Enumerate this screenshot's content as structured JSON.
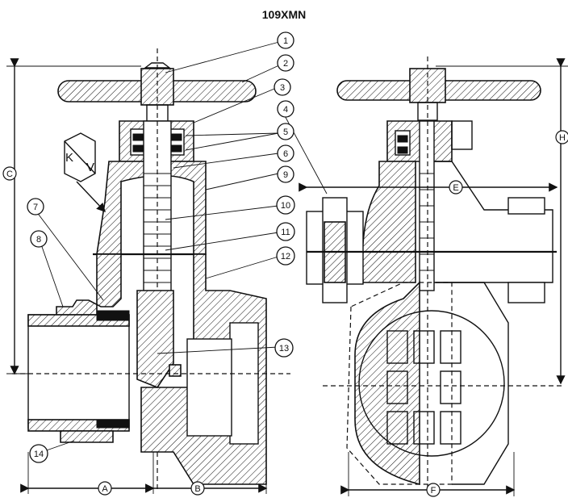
{
  "title": "109XMN",
  "callouts": [
    "1",
    "2",
    "3",
    "4",
    "5",
    "6",
    "9",
    "10",
    "11",
    "12",
    "7",
    "8",
    "13",
    "14"
  ],
  "dimensions": [
    "A",
    "B",
    "C",
    "E",
    "F",
    "H"
  ],
  "marking": {
    "k": "K",
    "v": "V"
  }
}
